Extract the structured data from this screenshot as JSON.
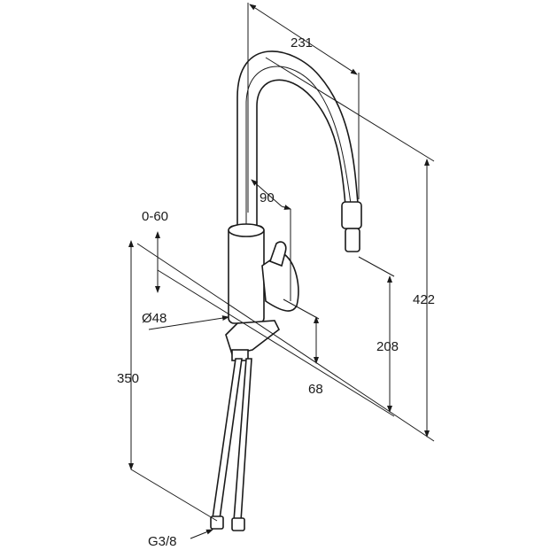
{
  "drawing": {
    "subject": "faucet",
    "dimensions": {
      "spout_reach": "231",
      "swivel_angle": "90",
      "deck_thickness": "0-60",
      "base_diameter": "Ø48",
      "hose_length": "350",
      "handle_offset": "68",
      "outlet_height": "208",
      "total_height": "422",
      "connection_thread": "G3/8"
    }
  }
}
